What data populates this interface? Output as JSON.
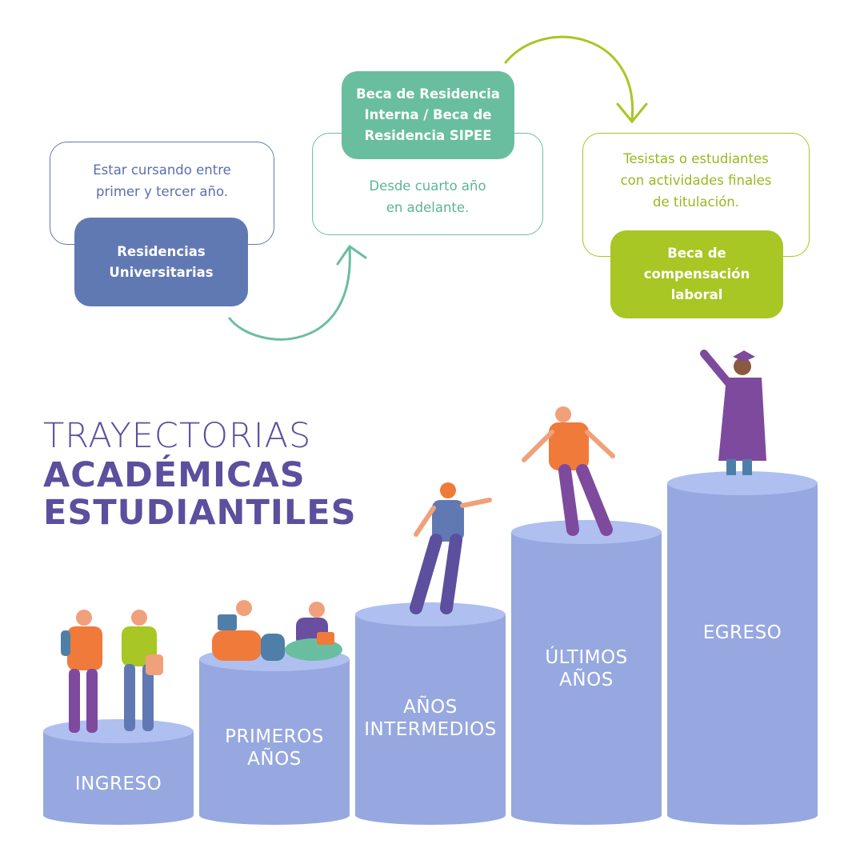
{
  "title": {
    "line1": "TRAYECTORIAS",
    "line2": "ACADÉMICAS",
    "line3": "ESTUDIANTILES"
  },
  "colors": {
    "blue": "#6179b3",
    "green": "#6abea0",
    "lime": "#a8c624",
    "title": "#5b4f9e",
    "cylinder": "#97a8e0",
    "cylinder_top": "#aebff0"
  },
  "programs": [
    {
      "name_lines": [
        "Residencias",
        "Universitarias"
      ],
      "desc_lines": [
        "Estar cursando entre",
        "primer y tercer año."
      ]
    },
    {
      "name_lines": [
        "Beca de Residencia",
        "Interna / Beca de",
        "Residencia SIPEE"
      ],
      "desc_lines": [
        "Desde cuarto año",
        "en adelante."
      ]
    },
    {
      "name_lines": [
        "Beca de",
        "compensación",
        "laboral"
      ],
      "desc_lines": [
        "Tesistas o estudiantes",
        "con actividades finales",
        "de titulación."
      ]
    }
  ],
  "stages": [
    {
      "lines": [
        "INGRESO"
      ]
    },
    {
      "lines": [
        "PRIMEROS",
        "AÑOS"
      ]
    },
    {
      "lines": [
        "AÑOS",
        "INTERMEDIOS"
      ]
    },
    {
      "lines": [
        "ÚLTIMOS",
        "AÑOS"
      ]
    },
    {
      "lines": [
        "EGRESO"
      ]
    }
  ]
}
